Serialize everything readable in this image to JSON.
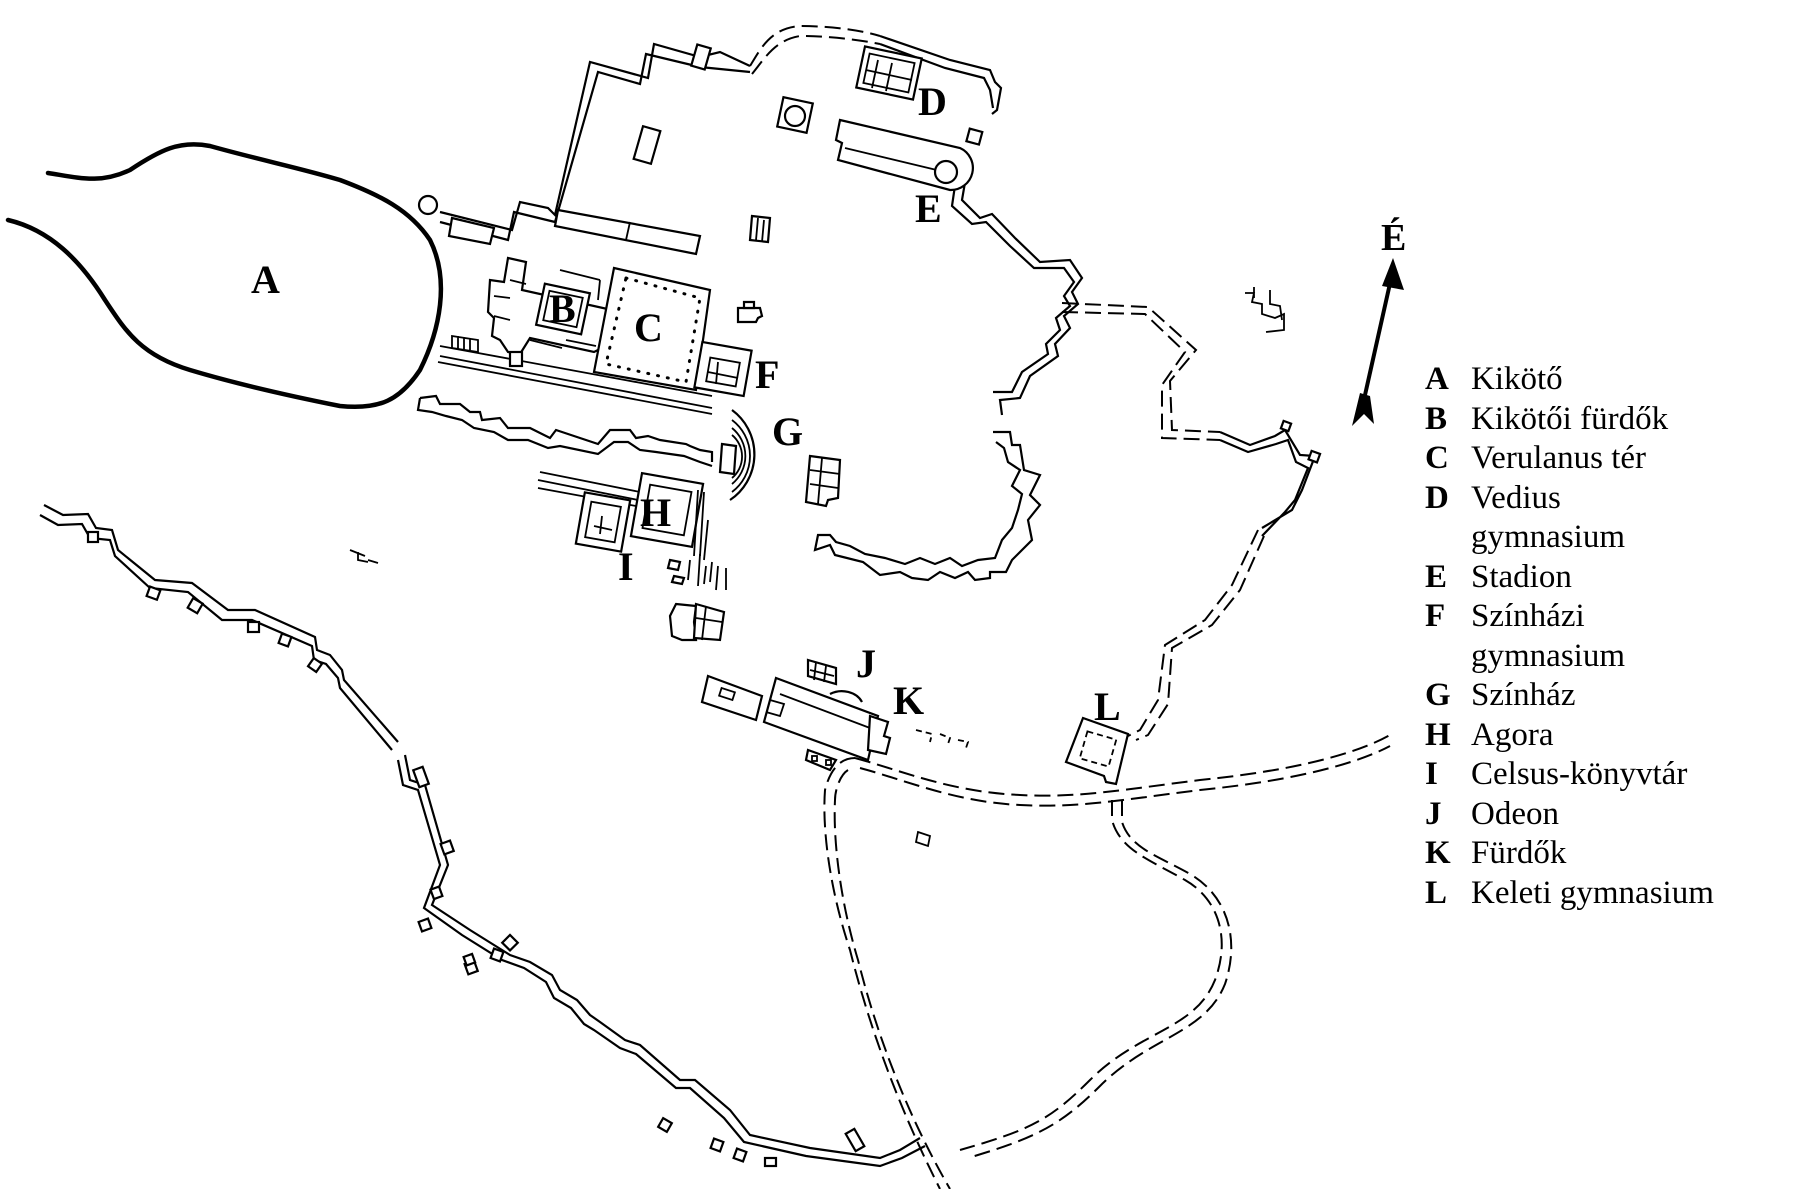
{
  "map": {
    "title": "Ephesus city plan",
    "compass": {
      "label": "É",
      "direction": "north"
    },
    "site_labels": {
      "A": "A",
      "B": "B",
      "C": "C",
      "D": "D",
      "E": "E",
      "F": "F",
      "G": "G",
      "H": "H",
      "I": "I",
      "J": "J",
      "K": "K",
      "L": "L"
    }
  },
  "legend": {
    "items": [
      {
        "key": "A",
        "lines": [
          "Kikötő"
        ]
      },
      {
        "key": "B",
        "lines": [
          "Kikötői fürdők"
        ]
      },
      {
        "key": "C",
        "lines": [
          "Verulanus tér"
        ]
      },
      {
        "key": "D",
        "lines": [
          "Vedius",
          "gymnasium"
        ]
      },
      {
        "key": "E",
        "lines": [
          "Stadion"
        ]
      },
      {
        "key": "F",
        "lines": [
          "Színházi",
          "gymnasium"
        ]
      },
      {
        "key": "G",
        "lines": [
          "Színház"
        ]
      },
      {
        "key": "H",
        "lines": [
          "Agora"
        ]
      },
      {
        "key": "I",
        "lines": [
          "Celsus-könyvtár"
        ]
      },
      {
        "key": "J",
        "lines": [
          "Odeon"
        ]
      },
      {
        "key": "K",
        "lines": [
          "Fürdők"
        ]
      },
      {
        "key": "L",
        "lines": [
          "Keleti gymnasium"
        ]
      }
    ]
  }
}
